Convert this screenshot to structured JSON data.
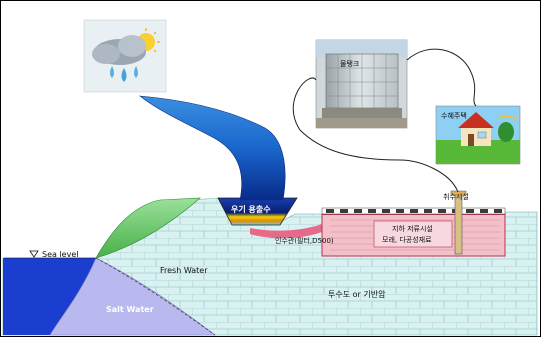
{
  "labels": {
    "sea_level": "Sea level",
    "fresh_water": "Fresh Water",
    "salt_water": "Salt Water",
    "rainwater_pit": "우기 용출수",
    "water_tank": "물탱크",
    "consumer": "수혜주택",
    "intake_pipe": "인수관(필터,D500)",
    "intake_facility": "취수시설",
    "storage_line1": "지하 저류시설",
    "storage_line2": "모래, 다공성재료",
    "bedrock": "투수도 or 기반암"
  },
  "icons": {
    "weather": "rain-cloud-sun-icon",
    "house": "house-icon",
    "tank": "water-tank-photo"
  },
  "colors": {
    "sea": "#1a3fd0",
    "salt_water": "#b9b9ef",
    "fresh_water": "#d8f2f2",
    "hill": "#7dcf7d",
    "sand": "#f2c0c8",
    "brick_lines": "#a9c9c9",
    "storage": "#e86a8a"
  }
}
